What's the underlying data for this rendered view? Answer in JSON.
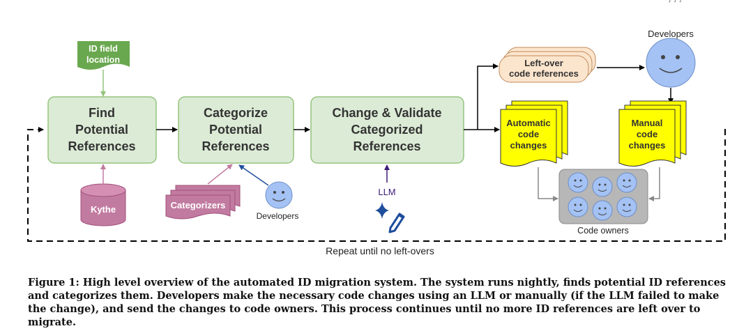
{
  "header_fragment": ", , , ",
  "process_boxes": {
    "find": [
      "Find",
      "Potential",
      "References"
    ],
    "categorize": [
      "Categorize",
      "Potential",
      "References"
    ],
    "change": [
      "Change & Validate",
      "Categorized",
      "References"
    ]
  },
  "id_field": [
    "ID field",
    "location"
  ],
  "kythe": "Kythe",
  "categorizers": "Categorizers",
  "developers_label": "Developers",
  "llm_label": "LLM",
  "leftover": [
    "Left-over",
    "code references"
  ],
  "automatic": [
    "Automatic",
    "code",
    "changes"
  ],
  "manual": [
    "Manual",
    "code",
    "changes"
  ],
  "code_owners": "Code owners",
  "repeat_label": "Repeat until no left-overs",
  "caption": "Figure 1: High level overview of the automated ID migration system. The system runs nightly, finds potential ID references and categorizes them. Developers make the necessary code changes using an LLM or manually (if the LLM failed to make the change), and send the changes to code owners. This process continues until no more ID references are left over to migrate.",
  "colors": {
    "box_fill": "#dcebd6",
    "box_stroke": "#93c47d",
    "green_tag": "#6aa84f",
    "magenta": "#c27ba0",
    "leftover_fill": "#fce5cd",
    "leftover_stroke": "#d9a678",
    "yellow": "#ffff00",
    "face": "#a4c2f4",
    "llm": "#3c1b78",
    "gray": "#999999"
  }
}
